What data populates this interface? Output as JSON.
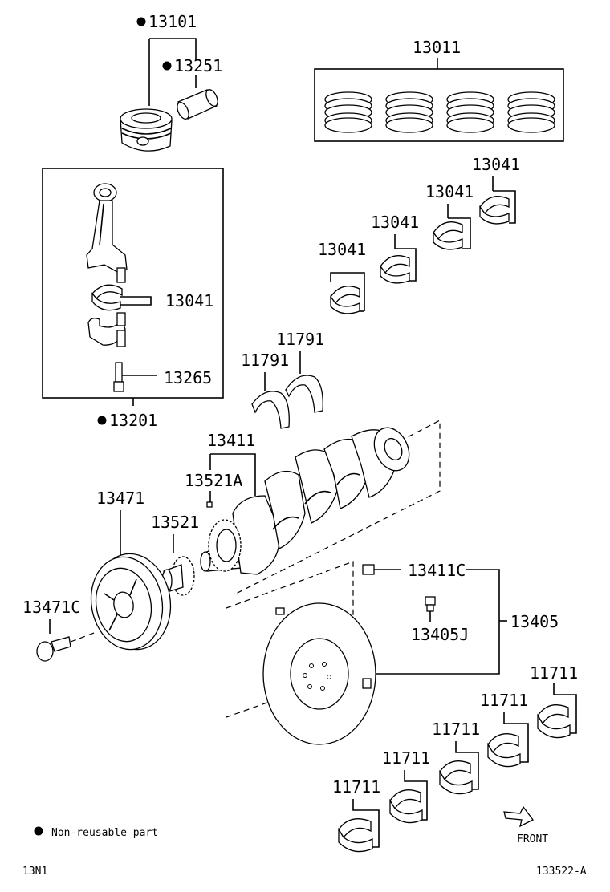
{
  "labels": {
    "p13101": "13101",
    "p13251": "13251",
    "p13011": "13011",
    "p13041_rod": "13041",
    "p13265": "13265",
    "p13201": "13201",
    "p13041_a": "13041",
    "p13041_b": "13041",
    "p13041_c": "13041",
    "p13041_d": "13041",
    "p11791_a": "11791",
    "p11791_b": "11791",
    "p13411": "13411",
    "p13521A": "13521A",
    "p13471": "13471",
    "p13521": "13521",
    "p13471C": "13471C",
    "p13411C": "13411C",
    "p13405": "13405",
    "p13405J": "13405J",
    "p11711_a": "11711",
    "p11711_b": "11711",
    "p11711_c": "11711",
    "p11711_d": "11711",
    "p11711_e": "11711"
  },
  "legend": {
    "text": "Non-reusable part"
  },
  "footer": {
    "left": "13N1",
    "right": "133522-A"
  },
  "front_arrow": {
    "label": "FRONT"
  }
}
